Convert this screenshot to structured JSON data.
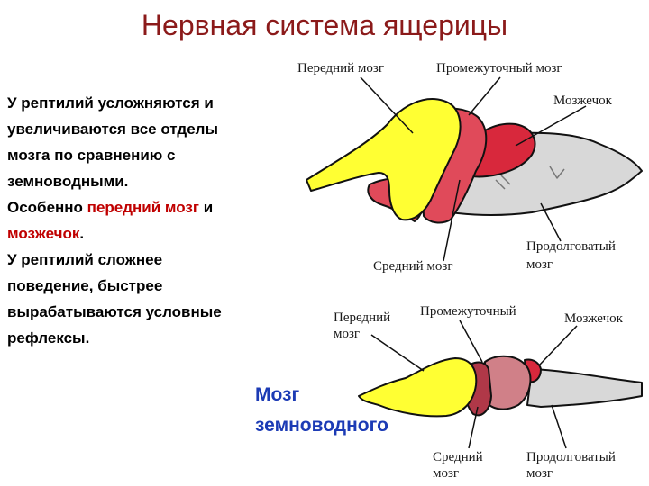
{
  "slide": {
    "title": "Нервная система ящерицы"
  },
  "text": {
    "line1": "У рептилий  усложняются и",
    "line2": "увеличиваются все отделы",
    "line3": "мозга по сравнению с",
    "line4": "земноводными.",
    "line5_a": "Особенно ",
    "line5_hl": "передний мозг",
    "line5_b": " и",
    "line6_hl": "мозжечок",
    "line6_b": ".",
    "line7": "У рептилий сложнее",
    "line8": "поведение, быстрее",
    "line9": "вырабатываются условные",
    "line10": "рефлексы."
  },
  "reptile_labels": {
    "forebrain": "Передний мозг",
    "diencephalon": "Промежуточный мозг",
    "cerebellum": "Мозжечок",
    "midbrain": "Средний мозг",
    "medulla_1": "Продолговатый",
    "medulla_2": "мозг"
  },
  "amphibian_labels": {
    "forebrain_1": "Передний",
    "forebrain_2": "мозг",
    "diencephalon": "Промежуточный",
    "cerebellum": "Мозжечок",
    "midbrain_1": "Средний",
    "midbrain_2": "мозг",
    "medulla_1": "Продолговатый",
    "medulla_2": "мозг"
  },
  "caption": {
    "line1": "Мозг",
    "line2": "земноводного"
  },
  "colors": {
    "title": "#8b1a1a",
    "highlight": "#c00000",
    "caption": "#1c3bb5",
    "forebrain": "#ffff33",
    "diencephalon": "#e04a5a",
    "cerebellum": "#d8283c",
    "midbrain_amphibian": "#c0505a",
    "medulla": "#d8d8d8"
  }
}
